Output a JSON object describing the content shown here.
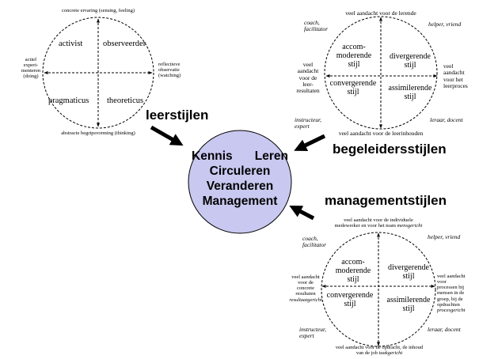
{
  "learning": {
    "top": "concrete ervaring (sensing, feeling)",
    "left": "actief\nexperi-\nmenteren\n(doing)",
    "right": "reflectieve\nobservatie\n(watching)",
    "bottom": "abstracte begripsvorming (thinking)",
    "q1": "activist",
    "q2": "observeerder",
    "q3": "pragmaticus",
    "q4": "theoreticus",
    "caption": "leerstijlen"
  },
  "coaching": {
    "top": "veel aandacht voor de lerende",
    "left": "veel\naandacht\nvoor de\nleer-\nresultaten",
    "right": "veel\naandacht\nvoor het\nleerproces",
    "bottom": "veel aandacht voor de leerinhouden",
    "corner_tl": "coach,\nfacilitator",
    "corner_tr": "helper, vriend",
    "corner_bl": "instructeur,\nexpert",
    "corner_br": "leraar, docent",
    "q1": "accom-\nmoderende\nstijl",
    "q2": "divergerende\nstijl",
    "q3": "convergerende\nstijl",
    "q4": "assimilerende\nstijl",
    "caption": "begeleidersstijlen"
  },
  "management": {
    "top": "veel aandacht voor de individuele\nmedewerker en voor het team",
    "top_em": "mensgericht",
    "left": "veel aandacht\nvoor de\nconcrete\nresultaten",
    "left_em": "resultaatgericht",
    "right": "veel aandacht\nvoor\nprocessen bij\nmensen in de\ngroep, bij de\nopdrachten",
    "right_em": "procesgericht",
    "bottom": "veel aandacht voor de opdracht, de inhoud\nvan de job",
    "bottom_em": "taakgericht",
    "corner_tl": "coach,\nfacilitator",
    "corner_tr": "helper, vriend",
    "corner_bl": "instructeur,\nexpert",
    "corner_br": "leraar, docent",
    "q1": "accom-\nmoderende\nstijl",
    "q2": "divergerende\nstijl",
    "q3": "convergerende\nstijl",
    "q4": "assimilerende\nstijl",
    "caption": "managementstijlen"
  },
  "center": {
    "line1a": "Kennis",
    "line1b": "Leren",
    "line2": "Circuleren",
    "line3": "Veranderen",
    "line4": "Management",
    "fill": "#c8c8f0"
  }
}
